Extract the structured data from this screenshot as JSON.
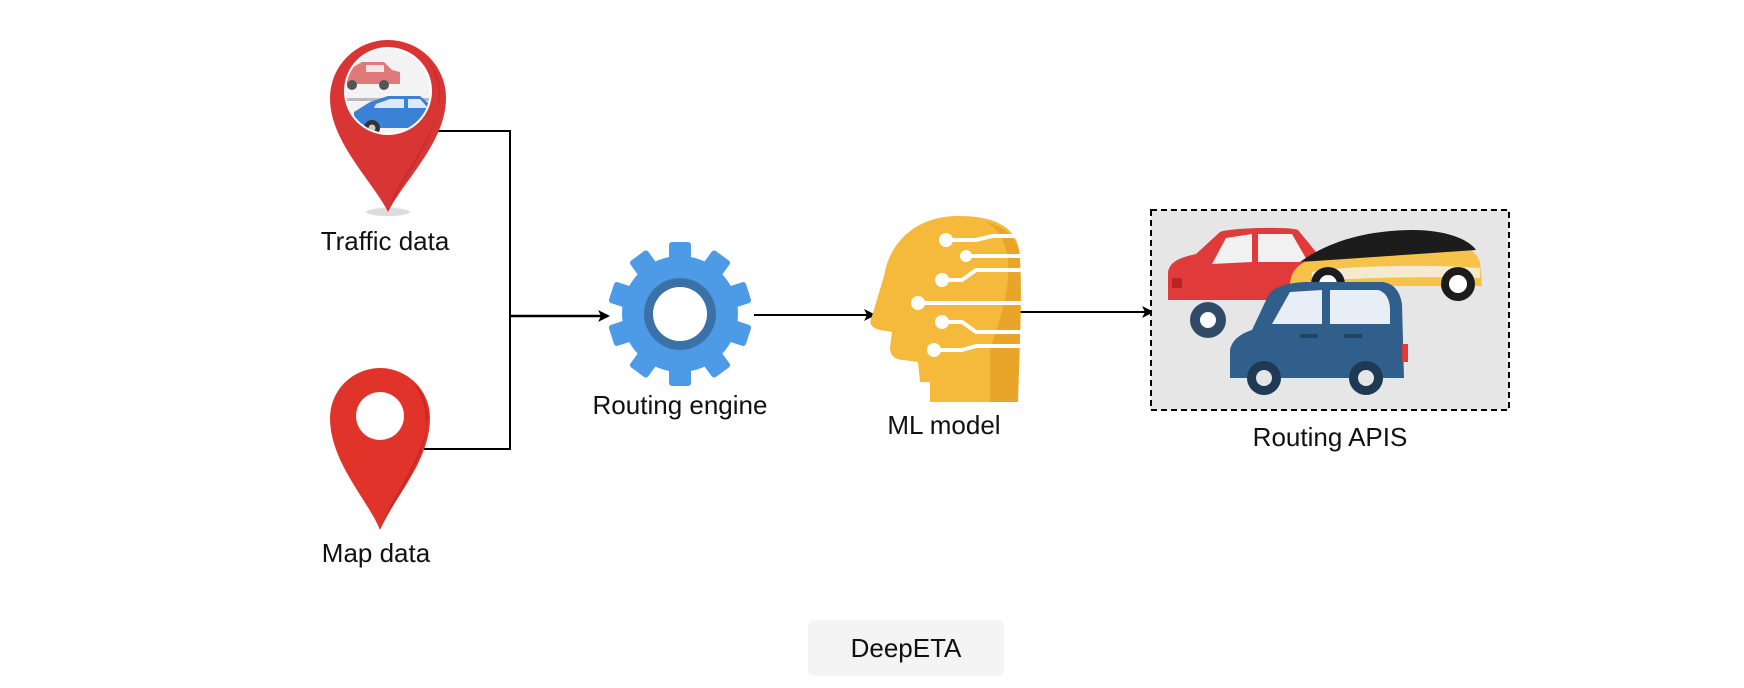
{
  "nodes": {
    "traffic": {
      "label": "Traffic data"
    },
    "map": {
      "label": "Map data"
    },
    "routing_engine": {
      "label": "Routing engine"
    },
    "ml_model": {
      "label": "ML model"
    },
    "routing_apis": {
      "label": "Routing APIS"
    }
  },
  "caption": "DeepETA",
  "colors": {
    "pin_red": "#e03a3a",
    "gear_blue": "#4d9be6",
    "gear_dark": "#3a72a8",
    "head_yellow": "#f5b93b",
    "panel_gray": "#e6e6e6",
    "car_red": "#e03a3a",
    "car_blue": "#2f5f8a",
    "car_yellow": "#f5c24a"
  },
  "icons": [
    "traffic-pin-icon",
    "map-pin-icon",
    "gear-icon",
    "brain-head-icon",
    "cars-icon"
  ]
}
